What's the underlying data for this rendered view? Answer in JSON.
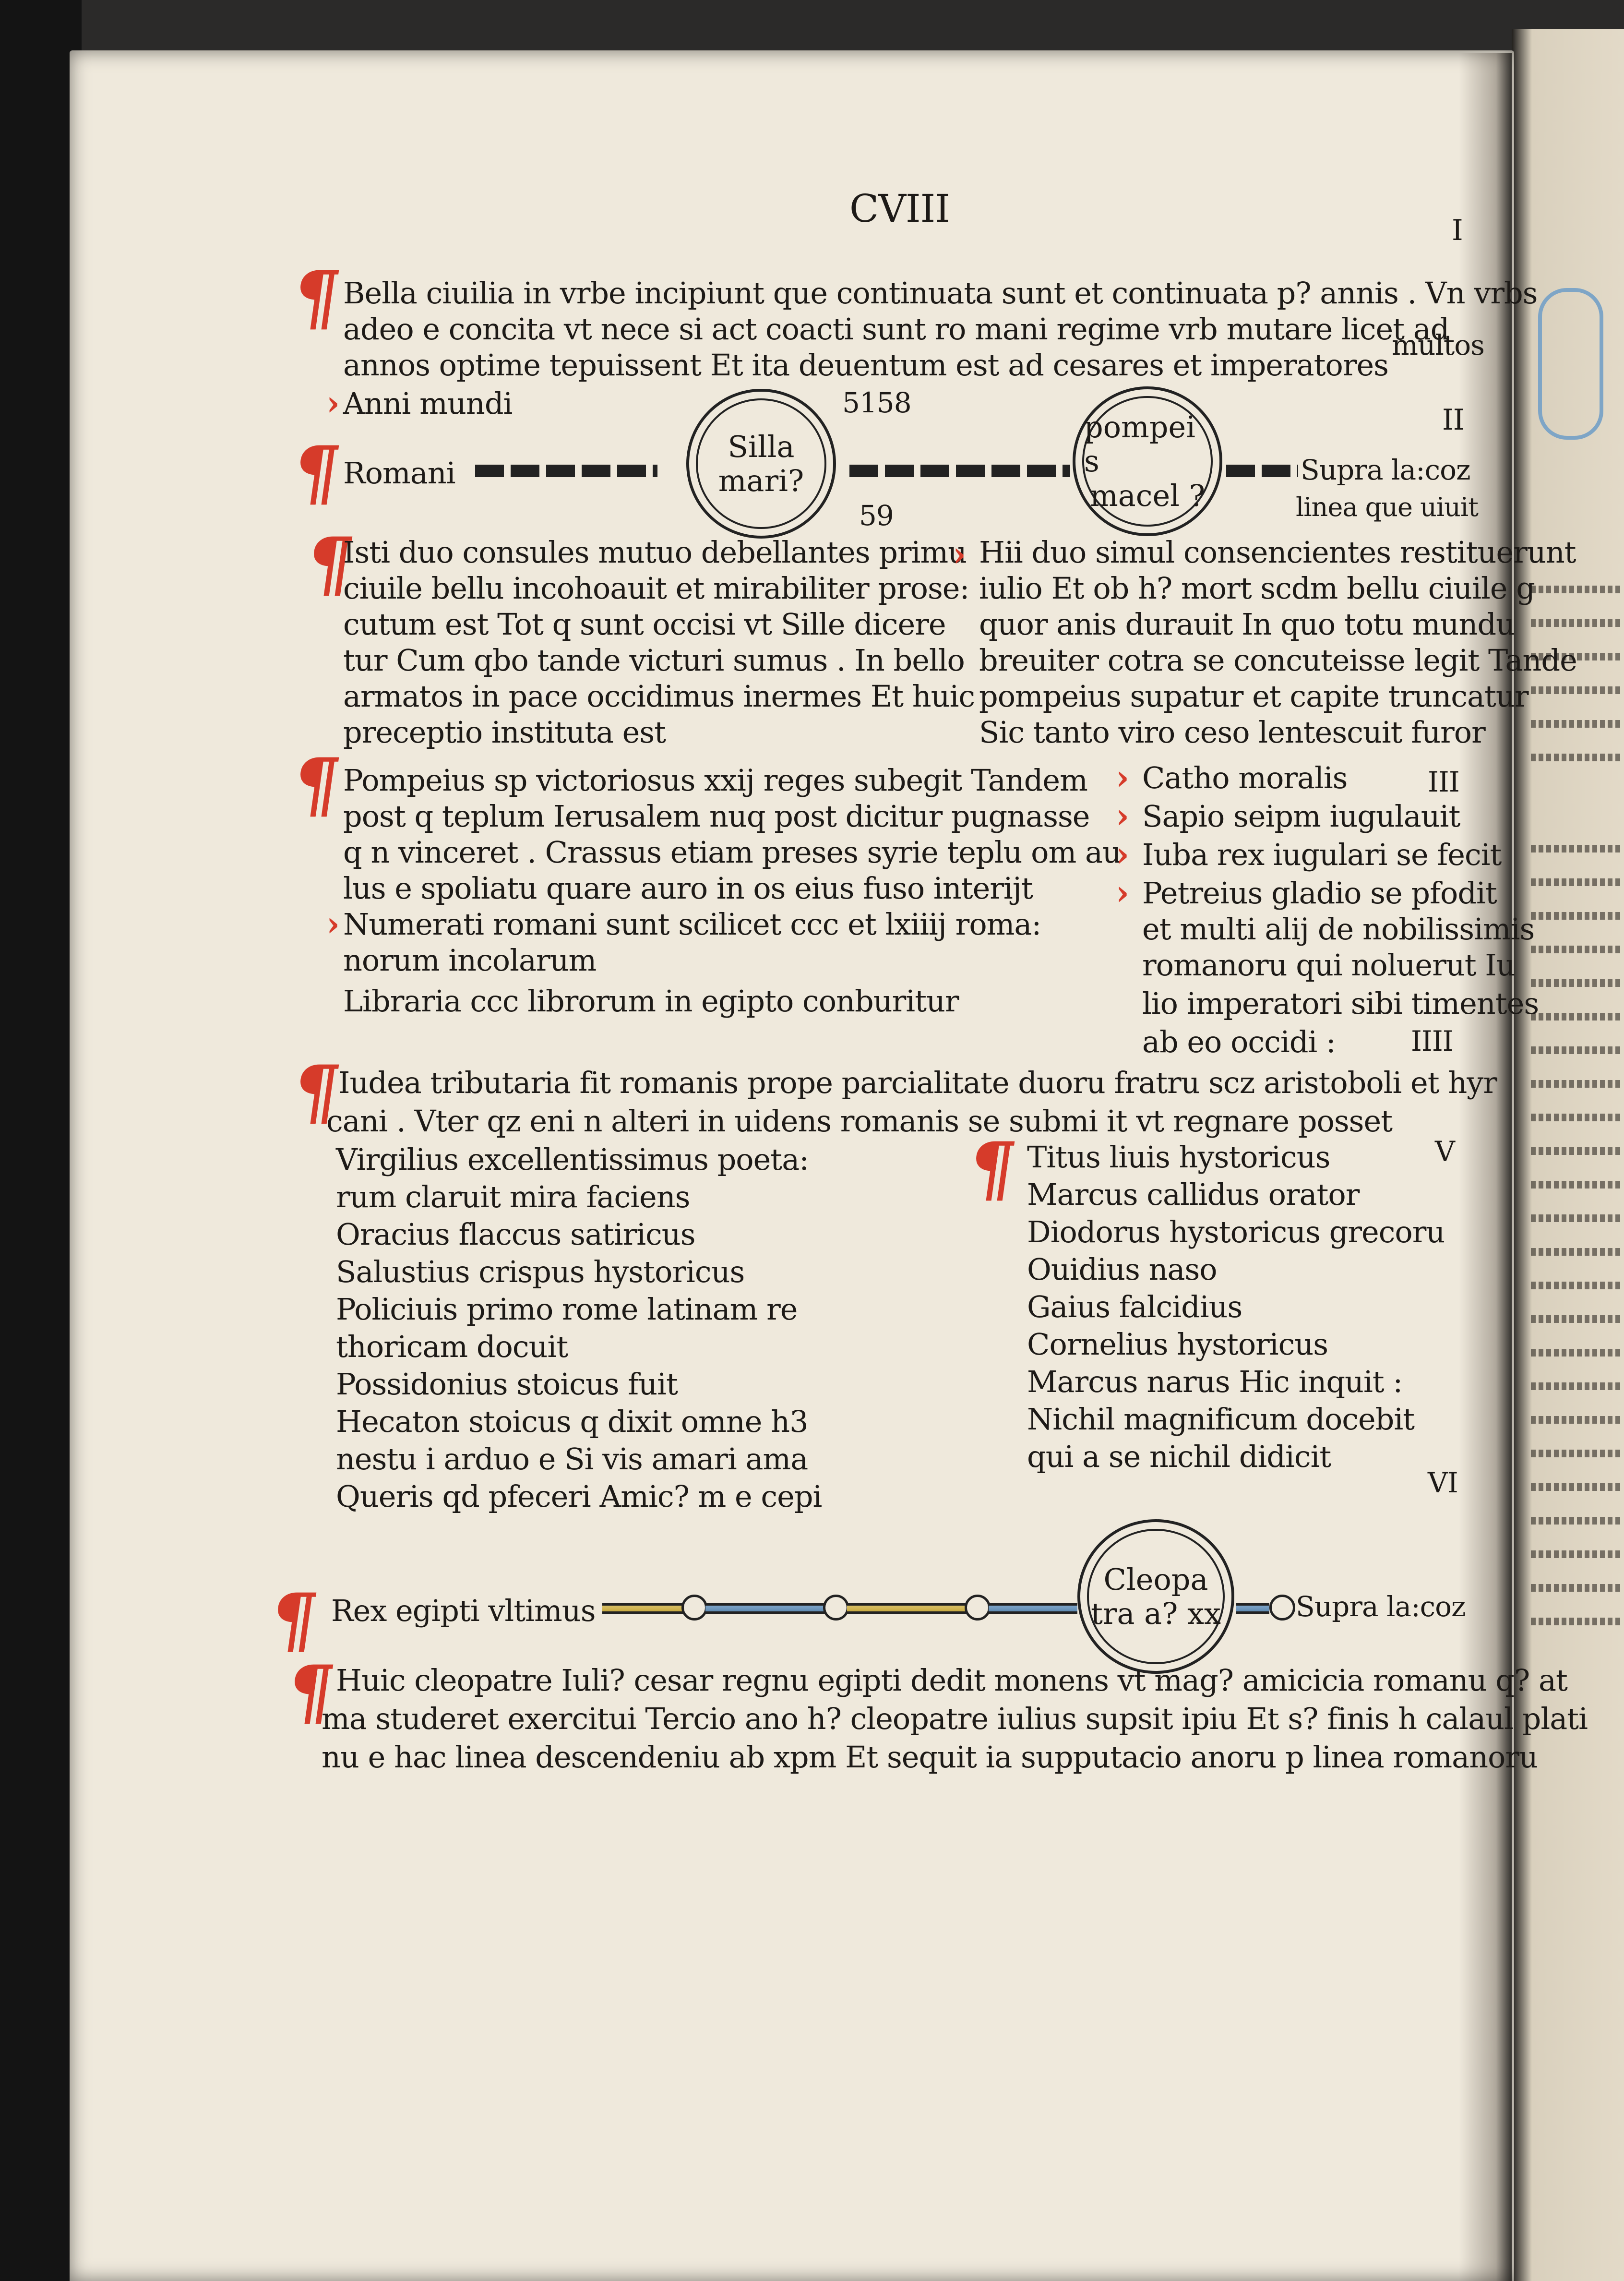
{
  "header": {
    "folio": "CVIII",
    "right_numeral": "I"
  },
  "intro": {
    "lines": [
      "Bella ciuilia in vrbe incipiunt que continuata sunt et continuata p? annis . Vn vrbs",
      "adeo e concita vt nece si act coacti sunt ro mani regime vrb mutare licet ad",
      "annos optime tepuissent Et ita deuentum est ad cesares et imperatores"
    ],
    "side_note": [
      "multos"
    ],
    "anni_mundi": "Anni mundi",
    "year_top": "5158",
    "year_bottom": "59",
    "roman_II": "II"
  },
  "lineage_1": {
    "left_label": "Romani",
    "circle_left": [
      "Silla",
      "mari?"
    ],
    "circle_right": [
      "pompei s",
      "macel ?"
    ],
    "right_label": [
      "Supra la:coz",
      "linea que uiuit"
    ]
  },
  "col_left_1": [
    "Isti duo consules mutuo debellantes primu",
    "ciuile bellu incohoauit et mirabiliter prose:",
    "cutum est Tot q sunt occisi vt Sille dicere",
    "tur Cum qbo tande victuri sumus . In bello",
    "armatos in pace occidimus inermes Et huic",
    "preceptio instituta est"
  ],
  "col_right_1": [
    "Hii duo simul consencientes restituerunt",
    "iulio Et ob h? mort scdm bellu ciuile g",
    "quor anis durauit In quo totu mundu",
    "breuiter cotra se concuteisse legit Tande",
    "pompeius supatur et capite truncatur",
    "Sic tanto viro ceso lentescuit furor"
  ],
  "roman_III": "III",
  "col_left_2": [
    "Pompeius sp victoriosus xxij reges subegit Tandem",
    "post q teplum Ierusalem nuq post dicitur pugnasse",
    "q n vinceret . Crassus etiam preses syrie teplu om au",
    "lus e spoliatu quare auro in os eius fuso interijt",
    "Numerati romani sunt scilicet ccc et lxiiij roma:",
    "norum incolarum",
    "Libraria ccc librorum in egipto conburitur"
  ],
  "col_right_2": [
    "Catho moralis",
    "Sapio seipm iugulauit",
    "Iuba rex iugulari se fecit",
    "Petreius gladio se pfodit",
    "et multi alij de nobilissimis",
    "romanoru qui noluerut Iu",
    "lio imperatori sibi timentes",
    "ab eo occidi :"
  ],
  "roman_IIII": "IIII",
  "judea": [
    "Iudea tributaria fit romanis prope parcialitate duoru fratru scz aristoboli et hyr",
    "cani . Vter qz eni n alteri in uidens romanis se submi it vt regnare posset"
  ],
  "roman_V": "V",
  "list_left": [
    "Virgilius excellentissimus poeta:",
    "rum claruit mira faciens",
    "Oracius flaccus satiricus",
    "Salustius crispus hystoricus",
    "Policiuis primo rome latinam re",
    "thoricam docuit",
    "Possidonius stoicus fuit",
    "Hecaton stoicus q dixit omne h3",
    "nestu i arduo e Si vis amari ama",
    "Queris qd pfeceri Amic? m e cepi"
  ],
  "list_right": [
    "Titus liuis hystoricus",
    "Marcus callidus orator",
    "Diodorus hystoricus grecoru",
    "Ouidius naso",
    "Gaius falcidius",
    "Cornelius hystoricus",
    "Marcus narus Hic inquit :",
    "Nichil magnificum docebit",
    "qui a se nichil didicit"
  ],
  "roman_VI": "VI",
  "lineage_2": {
    "left_label": "Rex egipti vltimus",
    "circle": [
      "Cleopa",
      "tra a? xx"
    ],
    "right_label": "Supra la:coz"
  },
  "closing": [
    "Huic cleopatre Iuli? cesar regnu egipti dedit monens vt mag? amicicia romanu q? at",
    "ma studeret exercitui Tercio ano h? cleopatre iulius supsit ipiu Et s? finis h calaul plati",
    "nu e hac linea descendeniu ab xpm Et sequit ia supputacio anoru p linea romanoru"
  ],
  "colors": {
    "rubric": "#c9382a",
    "blue": "#6a93ba",
    "yellow": "#d2b653",
    "paper": "#efe9dc"
  }
}
